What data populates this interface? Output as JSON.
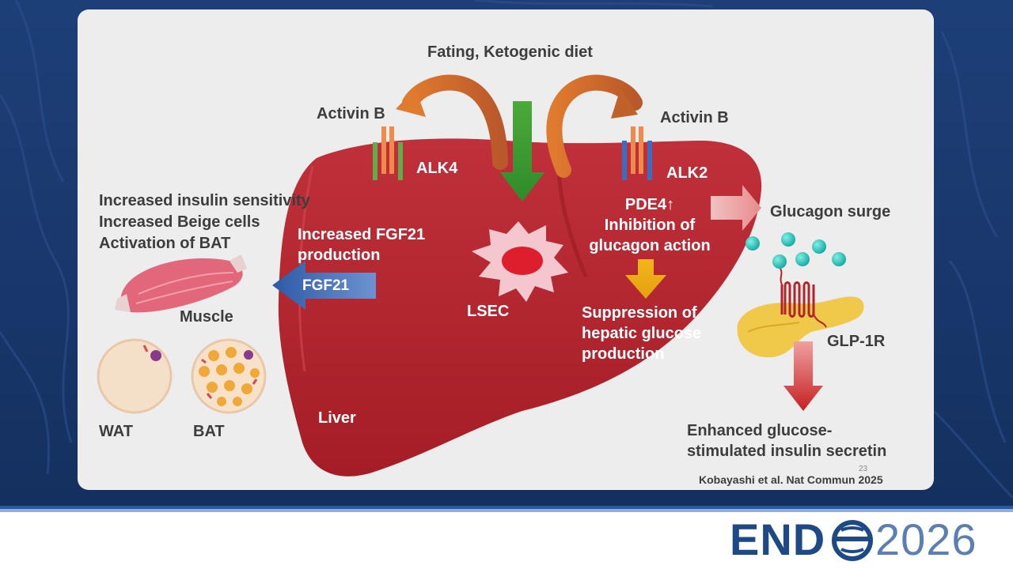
{
  "diagram": {
    "title": "Fating, Ketogenic diet",
    "activin_left": "Activin B",
    "activin_right": "Activin B",
    "alk4": "ALK4",
    "alk2": "ALK2",
    "effects": [
      "Increased insulin sensitivity",
      "Increased Beige cells",
      "Activation of BAT"
    ],
    "fgf21_production": [
      "Increased FGF21",
      "production"
    ],
    "fgf21_arrow": "FGF21",
    "muscle": "Muscle",
    "wat": "WAT",
    "bat": "BAT",
    "liver": "Liver",
    "lsec": "LSEC",
    "pde4": [
      "PDE4↑",
      "Inhibition of",
      "glucagon action"
    ],
    "suppression": [
      "Suppression of",
      "hepatic glucose",
      "production"
    ],
    "glucagon": "Glucagon surge",
    "glp1r": "GLP-1R",
    "enhanced": [
      "Enhanced glucose-",
      "stimulated insulin secretin"
    ]
  },
  "footer": {
    "slide_number": "23",
    "citation": "Kobayashi et al. Nat Commun 2025",
    "logo_left": "END",
    "logo_right": "2026"
  },
  "colors": {
    "liver": "#b8252d",
    "background": "#1d3f78",
    "panel": "#ededed",
    "text": "#3d3d3d",
    "logo": "#1d4a86"
  }
}
